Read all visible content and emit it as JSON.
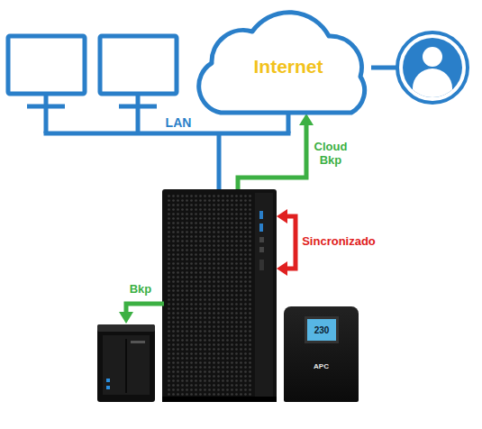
{
  "diagram": {
    "nodes": [
      {
        "text": [
          "Internet"
        ]
      },
      {
        "text": [
          "230",
          "APC"
        ]
      }
    ],
    "labels": [
      "LAN",
      "Cloud Bkp",
      "Sincronizado",
      "Bkp"
    ]
  }
}
